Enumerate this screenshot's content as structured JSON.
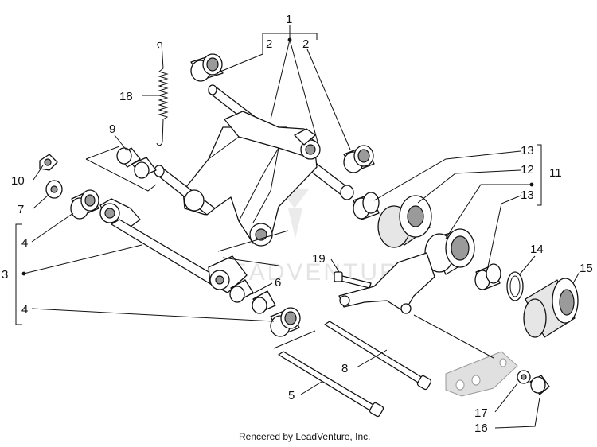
{
  "callouts": {
    "c1": "1",
    "c2a": "2",
    "c2b": "2",
    "c3": "3",
    "c4a": "4",
    "c4b": "4",
    "c5": "5",
    "c6": "6",
    "c7": "7",
    "c8": "8",
    "c9": "9",
    "c10": "10",
    "c11": "11",
    "c12": "12",
    "c13a": "13",
    "c13b": "13",
    "c14": "14",
    "c15": "15",
    "c16": "16",
    "c17": "17",
    "c18": "18",
    "c19": "19"
  },
  "watermark": "LEADVENTURE",
  "footer": "Rencered by LeadVenture, Inc."
}
